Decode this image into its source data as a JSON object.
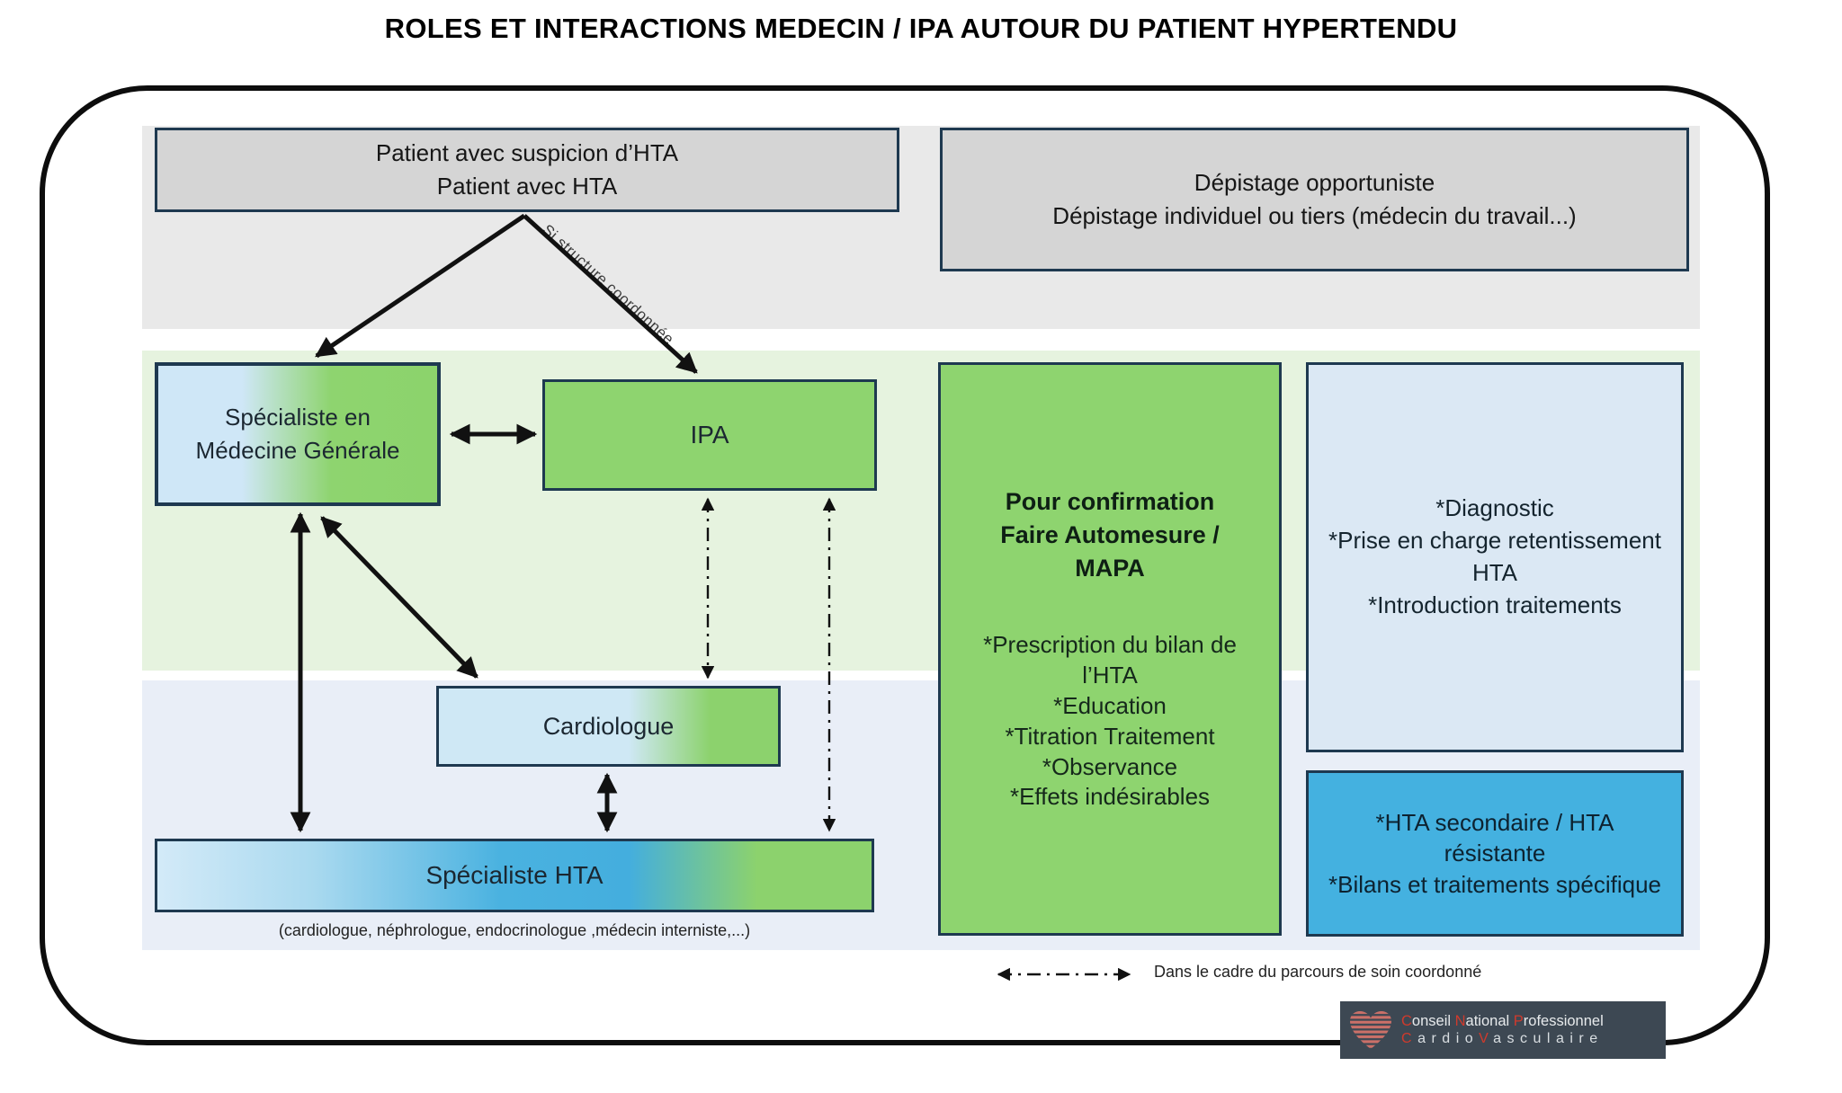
{
  "title": "ROLES ET INTERACTIONS MEDECIN / IPA  AUTOUR DU PATIENT HYPERTENDU",
  "colors": {
    "green": "#8ed46f",
    "light_blue_panel": "#dbe8f4",
    "blue_panel": "#44b1e0",
    "gray_box": "#d5d5d5",
    "band_gray": "#e9e9e9",
    "band_green": "#e6f3df",
    "band_blue": "#e9eef7",
    "box_border": "#1e3950",
    "arrow": "#111111",
    "logo_background": "#3d4853",
    "logo_accent": "#cf3a2c"
  },
  "flow": {
    "patient_box": {
      "line1": "Patient avec suspicion d’HTA",
      "line2": "Patient avec HTA"
    },
    "depistage_box": {
      "line1": "Dépistage opportuniste",
      "line2": "Dépistage individuel ou tiers (médecin du travail...)"
    },
    "mg_box": {
      "line1": "Spécialiste en",
      "line2": "Médecine Générale"
    },
    "ipa_box": {
      "label": "IPA"
    },
    "cardio_box": {
      "label": "Cardiologue"
    },
    "hta_box": {
      "label": "Spécialiste HTA",
      "caption": "(cardiologue, néphrologue, endocrinologue ,médecin interniste,...)"
    },
    "edge_label": "Si structure coordonnée"
  },
  "panels": {
    "green": {
      "heading_line1": "Pour confirmation",
      "heading_line2": "Faire Automesure /",
      "heading_line3": "MAPA",
      "items": [
        "*Prescription du bilan de l’HTA",
        "*Education",
        "*Titration Traitement",
        "*Observance",
        "*Effets indésirables"
      ]
    },
    "lightblue": {
      "items": [
        "*Diagnostic",
        "*Prise en charge retentissement HTA",
        "*Introduction traitements"
      ]
    },
    "blue": {
      "items": [
        "*HTA secondaire / HTA résistante",
        "*Bilans et traitements spécifique"
      ]
    }
  },
  "legend": {
    "text": "Dans le cadre du parcours de soin coordonné",
    "line_style": "dash-dot-double-arrow"
  },
  "logo": {
    "heart_icon": "striped-heart",
    "line1_segments": [
      {
        "text": "C",
        "accent": true
      },
      {
        "text": "onseil ",
        "accent": false
      },
      {
        "text": "N",
        "accent": true
      },
      {
        "text": "ational ",
        "accent": false
      },
      {
        "text": "P",
        "accent": true
      },
      {
        "text": "rofessionnel",
        "accent": false
      }
    ],
    "line2_segments": [
      {
        "text": "C",
        "accent": true
      },
      {
        "text": "ardio",
        "accent": false
      },
      {
        "text": "V",
        "accent": true
      },
      {
        "text": "asculaire",
        "accent": false
      }
    ]
  }
}
